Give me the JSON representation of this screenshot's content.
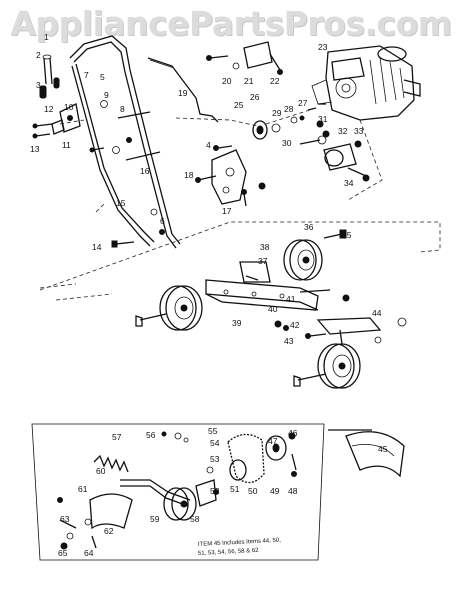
{
  "watermark": "AppliancePartsPros.com",
  "labels": [
    {
      "id": "p1",
      "text": "1"
    },
    {
      "id": "p2",
      "text": "2"
    },
    {
      "id": "p3",
      "text": "3"
    },
    {
      "id": "p4",
      "text": "4"
    },
    {
      "id": "p5",
      "text": "5"
    },
    {
      "id": "p6",
      "text": "6"
    },
    {
      "id": "p7",
      "text": "7"
    },
    {
      "id": "p8",
      "text": "8"
    },
    {
      "id": "p9",
      "text": "9"
    },
    {
      "id": "p10",
      "text": "10"
    },
    {
      "id": "p11",
      "text": "11"
    },
    {
      "id": "p12",
      "text": "12"
    },
    {
      "id": "p13",
      "text": "13"
    },
    {
      "id": "p14",
      "text": "14"
    },
    {
      "id": "p15",
      "text": "15"
    },
    {
      "id": "p16",
      "text": "16"
    },
    {
      "id": "p17",
      "text": "17"
    },
    {
      "id": "p18",
      "text": "18"
    },
    {
      "id": "p19",
      "text": "19"
    },
    {
      "id": "p20",
      "text": "20"
    },
    {
      "id": "p21",
      "text": "21"
    },
    {
      "id": "p22",
      "text": "22"
    },
    {
      "id": "p23",
      "text": "23"
    },
    {
      "id": "p25",
      "text": "25"
    },
    {
      "id": "p26",
      "text": "26"
    },
    {
      "id": "p27",
      "text": "27"
    },
    {
      "id": "p28",
      "text": "28"
    },
    {
      "id": "p29",
      "text": "29"
    },
    {
      "id": "p30",
      "text": "30"
    },
    {
      "id": "p31",
      "text": "31"
    },
    {
      "id": "p32",
      "text": "32"
    },
    {
      "id": "p33",
      "text": "33"
    },
    {
      "id": "p34",
      "text": "34"
    },
    {
      "id": "p35",
      "text": "35"
    },
    {
      "id": "p36",
      "text": "36"
    },
    {
      "id": "p37",
      "text": "37"
    },
    {
      "id": "p38",
      "text": "38"
    },
    {
      "id": "p39",
      "text": "39"
    },
    {
      "id": "p40",
      "text": "40"
    },
    {
      "id": "p41",
      "text": "41"
    },
    {
      "id": "p42",
      "text": "42"
    },
    {
      "id": "p43",
      "text": "43"
    },
    {
      "id": "p44",
      "text": "44"
    },
    {
      "id": "p45",
      "text": "45"
    },
    {
      "id": "p46",
      "text": "46"
    },
    {
      "id": "p47",
      "text": "47"
    },
    {
      "id": "p48",
      "text": "48"
    },
    {
      "id": "p49",
      "text": "49"
    },
    {
      "id": "p50",
      "text": "50"
    },
    {
      "id": "p51",
      "text": "51"
    },
    {
      "id": "p52",
      "text": "52"
    },
    {
      "id": "p53",
      "text": "53"
    },
    {
      "id": "p54",
      "text": "54"
    },
    {
      "id": "p55",
      "text": "55"
    },
    {
      "id": "p56",
      "text": "56"
    },
    {
      "id": "p57",
      "text": "57"
    },
    {
      "id": "p58",
      "text": "58"
    },
    {
      "id": "p59",
      "text": "59"
    },
    {
      "id": "p60",
      "text": "60"
    },
    {
      "id": "p61",
      "text": "61"
    },
    {
      "id": "p62",
      "text": "62"
    },
    {
      "id": "p63",
      "text": "63"
    },
    {
      "id": "p64",
      "text": "64"
    },
    {
      "id": "p65",
      "text": "65"
    }
  ],
  "note": {
    "line1": "ITEM 45 Includes Items 44, 50,",
    "line2": "51, 53, 54, 56, 58 & 62"
  }
}
